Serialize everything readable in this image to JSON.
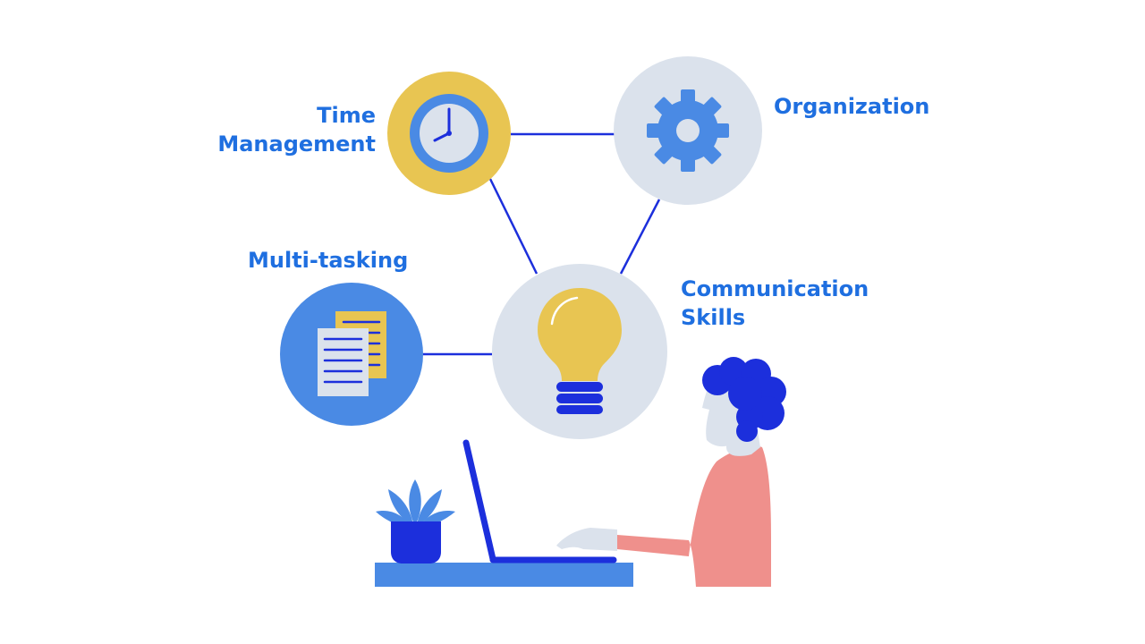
{
  "colors": {
    "label": "#1f6fe0",
    "accent_blue": "#4a8ae4",
    "deep_blue": "#1c2fdc",
    "yellow": "#e8c552",
    "light_gray": "#dbe2ec",
    "skin_pink": "#ef908c",
    "white": "#ffffff"
  },
  "nodes": {
    "time_management": {
      "label_lines": [
        "Time",
        "Management"
      ],
      "icon": "clock-icon"
    },
    "organization": {
      "label_lines": [
        "Organization"
      ],
      "icon": "gear-icon"
    },
    "multi_tasking": {
      "label_lines": [
        "Multi-tasking"
      ],
      "icon": "documents-icon"
    },
    "communication_skills": {
      "label_lines": [
        "Communication",
        "Skills"
      ],
      "icon": "lightbulb-icon"
    }
  },
  "scene": {
    "figure": "person-at-laptop",
    "plant": "potted-plant-icon",
    "desk": "desk"
  }
}
